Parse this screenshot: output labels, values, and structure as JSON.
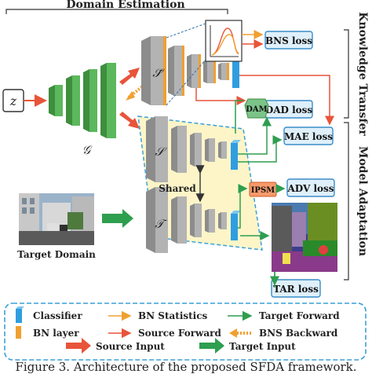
{
  "title": "Domain Estimation",
  "side_labels": {
    "knowledge_transfer": "Knowledge Transfer",
    "model_adaptation": "Model Adaptation"
  },
  "nodes": {
    "z": "z",
    "generator": "𝒢",
    "s_tilde": "𝒮̃",
    "source_model": "𝒮",
    "target_model": "𝒯",
    "shared": "Shared",
    "target_domain": "Target Domain",
    "dam": "DAM",
    "ipsm": "IPSM"
  },
  "losses": {
    "bns": "BNS loss",
    "dad": "DAD loss",
    "mae": "MAE loss",
    "adv": "ADV loss",
    "tar": "TAR loss"
  },
  "legend": {
    "classifier": "Classifier",
    "bn_layer": "BN layer",
    "bn_statistics": "BN Statistics",
    "source_forward": "Source Forward",
    "target_forward": "Target Forward",
    "bns_backward": "BNS Backward",
    "source_input": "Source Input",
    "target_input": "Target Input"
  },
  "caption": "Figure 3. Architecture of the proposed SFDA framework.",
  "colors": {
    "source": "#e8543a",
    "target": "#2e9e4f",
    "bn_stats": "#f0a030",
    "classifier": "#2f9ee0",
    "loss_fill": "#dff0fb",
    "loss_border": "#3a8cc8",
    "generator": "#5cb85c",
    "highlight": "#fdf5c8"
  }
}
